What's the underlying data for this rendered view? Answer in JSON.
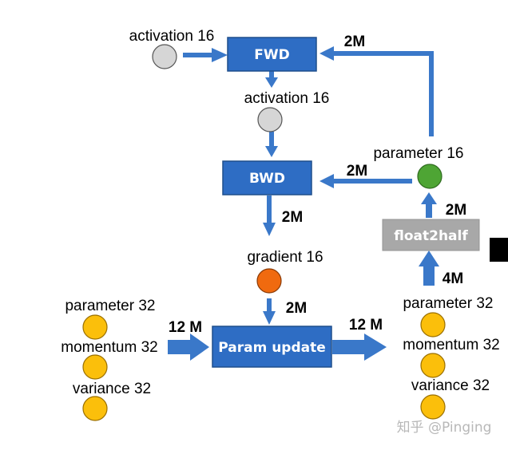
{
  "colors": {
    "box": "#2e6dc4",
    "box_border": "#1f4e8c",
    "gray_box": "#a8a8a8",
    "arrow": "#3a78c9",
    "circle_gray": "#d6d6d6",
    "circle_green": "#4ea534",
    "circle_orange": "#f06a0f",
    "circle_yellow": "#fbbf0b"
  },
  "nodes": {
    "activation_in": "activation 16",
    "activation_mid": "activation 16",
    "parameter16": "parameter 16",
    "gradient": "gradient 16",
    "left_parameter": "parameter 32",
    "left_momentum": "momentum 32",
    "left_variance": "variance 32",
    "right_parameter": "parameter 32",
    "right_momentum": "momentum 32",
    "right_variance": "variance 32"
  },
  "boxes": {
    "fwd": "FWD",
    "bwd": "BWD",
    "param_update": "Param update",
    "float2half": "float2half"
  },
  "edge_labels": {
    "param_to_fwd": "2M",
    "param_to_bwd": "2M",
    "bwd_to_grad": "2M",
    "grad_to_update": "2M",
    "left_to_update": "12 M",
    "update_to_right": "12 M",
    "right_to_float2half": "4M",
    "float2half_to_param": "2M"
  },
  "watermark": "知乎 @Pinging"
}
